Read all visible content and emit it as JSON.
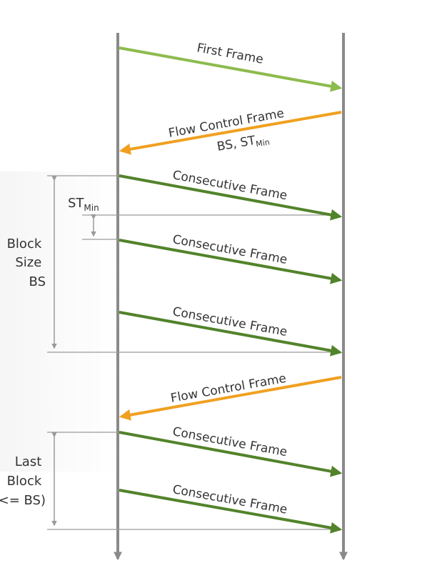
{
  "messages": [
    {
      "label": "First Frame",
      "direction": "right",
      "kind": "first"
    },
    {
      "label": "Flow Control Frame",
      "sublabel": "BS, ST",
      "sublabel_sub": "Min",
      "direction": "left",
      "kind": "flow"
    },
    {
      "label": "Consecutive Frame",
      "direction": "right",
      "kind": "consecutive"
    },
    {
      "label": "Consecutive Frame",
      "direction": "right",
      "kind": "consecutive"
    },
    {
      "label": "Consecutive Frame",
      "direction": "right",
      "kind": "consecutive"
    },
    {
      "label": "Flow Control Frame",
      "direction": "left",
      "kind": "flow"
    },
    {
      "label": "Consecutive Frame",
      "direction": "right",
      "kind": "consecutive"
    },
    {
      "label": "Consecutive Frame",
      "direction": "right",
      "kind": "consecutive"
    }
  ],
  "annotations": {
    "stmin": {
      "main": "ST",
      "sub": "Min"
    },
    "block_size": [
      "Block",
      "Size",
      "BS"
    ],
    "last_block": [
      "Last",
      "Block",
      "(<= BS)"
    ]
  },
  "colors": {
    "first": "#8dbb4e",
    "flow": "#f0a020",
    "consecutive": "#52832a",
    "timeline": "#8a8a8a",
    "guide": "#9a9a9a"
  }
}
